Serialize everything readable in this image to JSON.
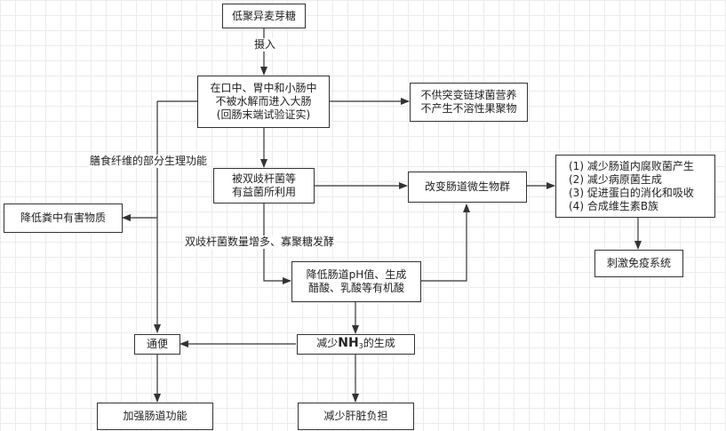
{
  "nodes": {
    "start": "低聚异麦芽糖",
    "digest": [
      "在口中、胃中和小肠中",
      "不被水解而进入大肠",
      "(回肠末端试验证实)"
    ],
    "no_nutrient": [
      "不供突变链球菌营养",
      "不产生不溶性果聚物"
    ],
    "bifido": [
      "被双歧杆菌等",
      "有益菌所利用"
    ],
    "microbiota": "改变肠道微生物群",
    "effects": [
      "(1) 减少肠道内腐败菌产生",
      "(2) 减少病原菌生成",
      "(3) 促进蛋白的消化和吸收",
      "(4) 合成维生素B族"
    ],
    "immune": "刺激免疫系统",
    "harmful": "降低粪中有害物质",
    "ph": [
      "降低肠道pH值、生成",
      "醋酸、乳酸等有机酸"
    ],
    "nh3": {
      "prefix": "减少",
      "chem": "NH",
      "sub": "3",
      "suffix": "的生成"
    },
    "defecation": "通便",
    "intestine": "加强肠道功能",
    "liver": "减少肝脏负担"
  },
  "labels": {
    "intake": "摄入",
    "fiber": "膳食纤维的部分生理功能",
    "bifido_increase": "双歧杆菌数量增多、寡聚糖发酵"
  },
  "colors": {
    "line": "#333333",
    "grid": "#ececec"
  }
}
